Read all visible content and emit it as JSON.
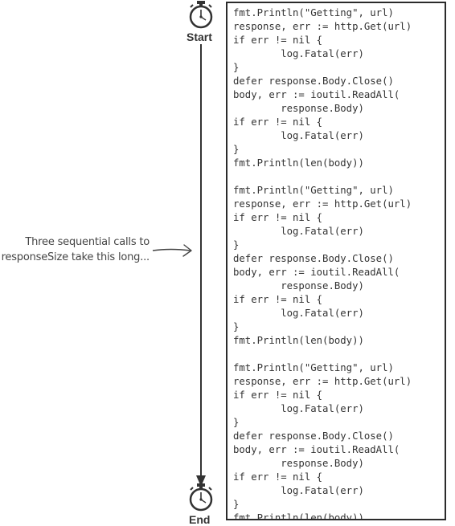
{
  "timeline": {
    "start_label": "Start",
    "end_label": "End",
    "start_icon": "stopwatch-icon",
    "end_icon": "stopwatch-icon"
  },
  "annotation": {
    "lines": [
      "Three sequential calls to",
      "responseSize take this long..."
    ]
  },
  "code": {
    "lines": [
      "fmt.Println(\"Getting\", url)",
      "response, err := http.Get(url)",
      "if err != nil {",
      "        log.Fatal(err)",
      "}",
      "defer response.Body.Close()",
      "body, err := ioutil.ReadAll(",
      "        response.Body)",
      "if err != nil {",
      "        log.Fatal(err)",
      "}",
      "fmt.Println(len(body))",
      "",
      "fmt.Println(\"Getting\", url)",
      "response, err := http.Get(url)",
      "if err != nil {",
      "        log.Fatal(err)",
      "}",
      "defer response.Body.Close()",
      "body, err := ioutil.ReadAll(",
      "        response.Body)",
      "if err != nil {",
      "        log.Fatal(err)",
      "}",
      "fmt.Println(len(body))",
      "",
      "fmt.Println(\"Getting\", url)",
      "response, err := http.Get(url)",
      "if err != nil {",
      "        log.Fatal(err)",
      "}",
      "defer response.Body.Close()",
      "body, err := ioutil.ReadAll(",
      "        response.Body)",
      "if err != nil {",
      "        log.Fatal(err)",
      "}",
      "fmt.Println(len(body))"
    ]
  }
}
